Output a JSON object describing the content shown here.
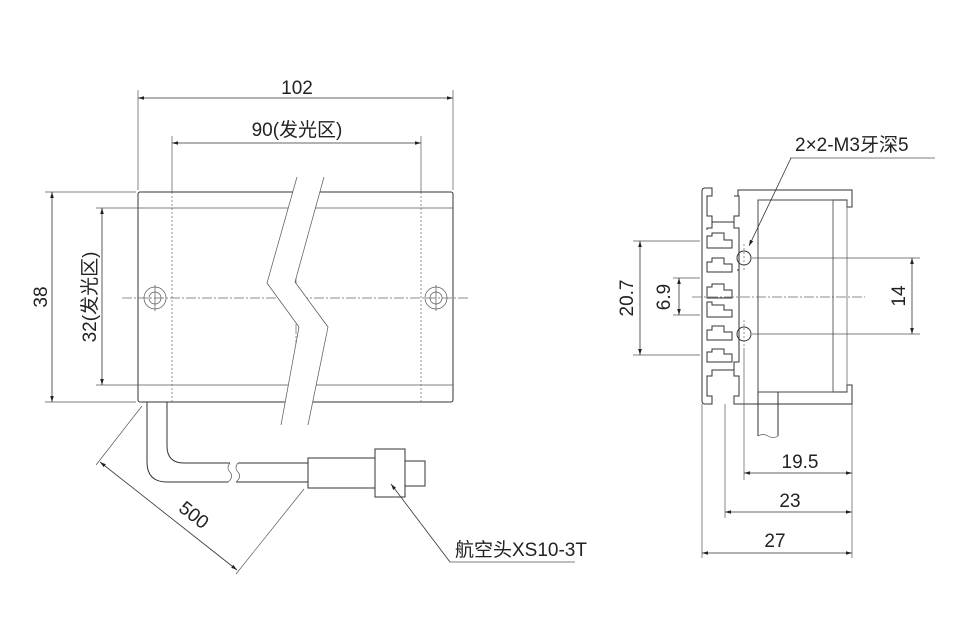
{
  "front_view": {
    "overall_length": "102",
    "emitting_length": "90(发光区)",
    "overall_height": "38",
    "emitting_height": "32(发光区)",
    "cable_length": "500",
    "connector_label": "航空头XS10-3T"
  },
  "side_view": {
    "thread_label": "2×2-M3牙深5",
    "dim_20_7": "20.7",
    "dim_6_9": "6.9",
    "dim_14": "14",
    "dim_19_5": "19.5",
    "dim_23": "23",
    "dim_27": "27"
  },
  "colors": {
    "line": "#333333",
    "background": "#ffffff"
  }
}
